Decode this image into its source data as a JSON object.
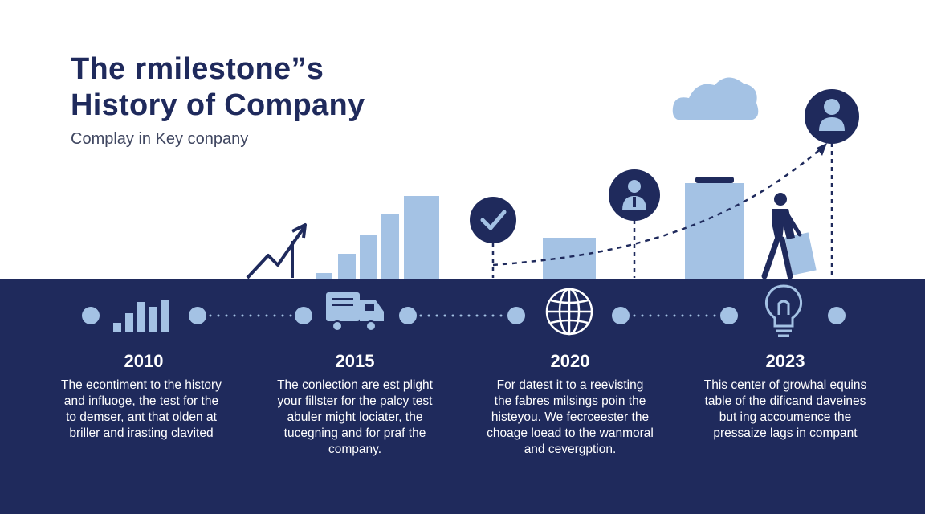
{
  "header": {
    "title_line1": "The rmilestone”s",
    "title_line2": "History of Company",
    "subtitle": "Complay in Key conpany"
  },
  "colors": {
    "navy": "#1f2a5c",
    "light_blue": "#a4c2e4",
    "white": "#ffffff"
  },
  "icons": [
    "trend-arrow-icon",
    "check-icon",
    "person-icon",
    "cloud-icon",
    "bar-chart-icon",
    "truck-icon",
    "globe-icon",
    "lightbulb-icon",
    "walking-man-icon"
  ],
  "milestones": [
    {
      "year": "2010",
      "icon": "bar-chart-icon",
      "text": [
        "The econtiment to the history",
        "and influoge, the test for the",
        "to demser, ant that olden at",
        "briller and irasting clavited"
      ]
    },
    {
      "year": "2015",
      "icon": "truck-icon",
      "text": [
        "The conlection are est plight",
        "your fillster for the palcy test",
        "abuler might lociater, the",
        "tucegning and for praf the",
        "company."
      ]
    },
    {
      "year": "2020",
      "icon": "globe-icon",
      "text": [
        "For datest it to a reevisting",
        "the fabres milsings poin the",
        "histeyou. We fecrceester the",
        "choage loead to the wanmoral",
        "and cevergption."
      ]
    },
    {
      "year": "2023",
      "icon": "lightbulb-icon",
      "text": [
        "This center of growhal equins",
        "table of the dificand daveines",
        "but ing accoumence the",
        "pressaize lags in compant"
      ]
    }
  ]
}
